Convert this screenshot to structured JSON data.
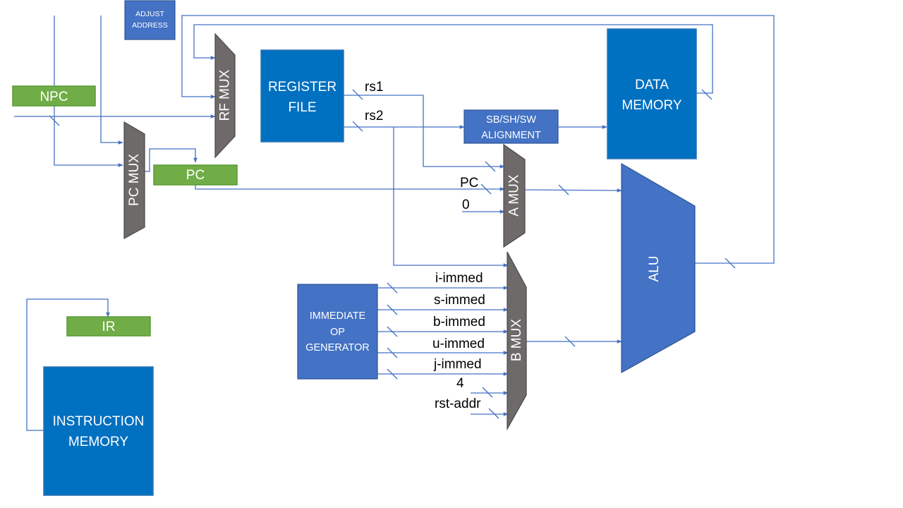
{
  "colors": {
    "wire": "#4472C4",
    "register_green": "#70AD47",
    "memory_blue": "#0070C0",
    "unit_blue": "#4472C4",
    "mux_gray": "#6F6A6A"
  },
  "blocks": {
    "adjust_address": [
      "ADJUST",
      "ADDRESS"
    ],
    "npc": "NPC",
    "pc_register": "PC",
    "ir": "IR",
    "register_file": [
      "REGISTER",
      "FILE"
    ],
    "data_memory": [
      "DATA",
      "MEMORY"
    ],
    "sb_sh_sw_alignment": [
      "SB/SH/SW",
      "ALIGNMENT"
    ],
    "immediate_op_generator": [
      "IMMEDIATE",
      "OP",
      "GENERATOR"
    ],
    "instruction_memory": [
      "INSTRUCTION",
      "MEMORY"
    ],
    "alu": "ALU"
  },
  "muxes": {
    "rf_mux": "RF MUX",
    "pc_mux": "PC MUX",
    "a_mux": "A MUX",
    "b_mux": "B MUX"
  },
  "signals": {
    "rs1": "rs1",
    "rs2": "rs2",
    "a_mux_pc": "PC",
    "a_mux_zero": "0",
    "b_mux_inputs": [
      "i-immed",
      "s-immed",
      "b-immed",
      "u-immed",
      "j-immed",
      "4",
      "rst-addr"
    ]
  }
}
